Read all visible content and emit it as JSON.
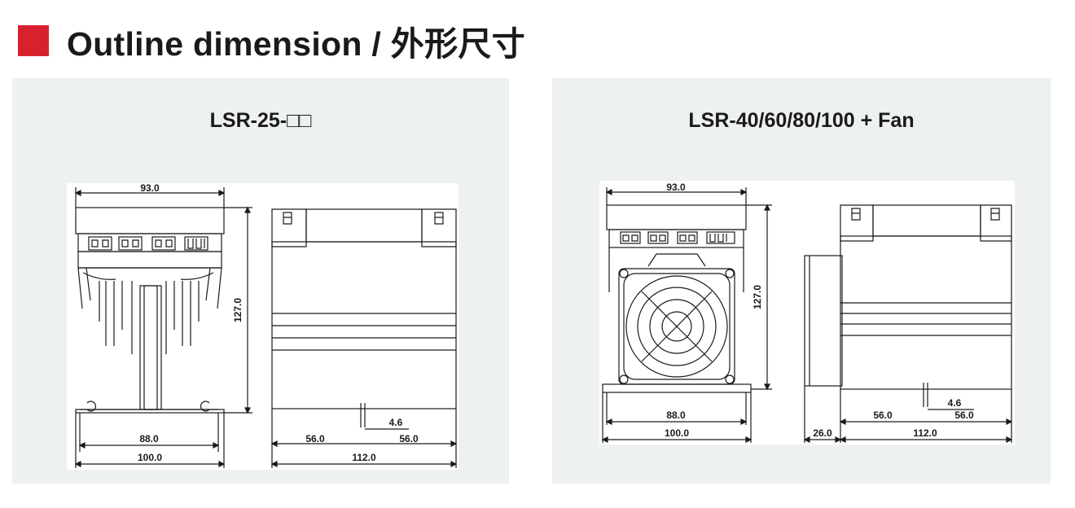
{
  "header": {
    "title": "Outline dimension / 外形尺寸",
    "accent_color": "#d7212d"
  },
  "panels": [
    {
      "title": "LSR-25-□□",
      "dims": {
        "top_width": "93.0",
        "height": "127.0",
        "base_inner": "88.0",
        "base_outer": "100.0",
        "side_left": "56.0",
        "side_right": "56.0",
        "side_gap": "4.6",
        "side_total": "112.0"
      }
    },
    {
      "title": "LSR-40/60/80/100 + Fan",
      "dims": {
        "top_width": "93.0",
        "height": "127.0",
        "base_inner": "88.0",
        "base_outer": "100.0",
        "side_left": "56.0",
        "side_right": "56.0",
        "side_gap": "4.6",
        "side_total": "112.0",
        "fan_offset": "26.0"
      }
    }
  ],
  "colors": {
    "panel_bg": "#eef1f2",
    "line": "#1a1a1a"
  }
}
